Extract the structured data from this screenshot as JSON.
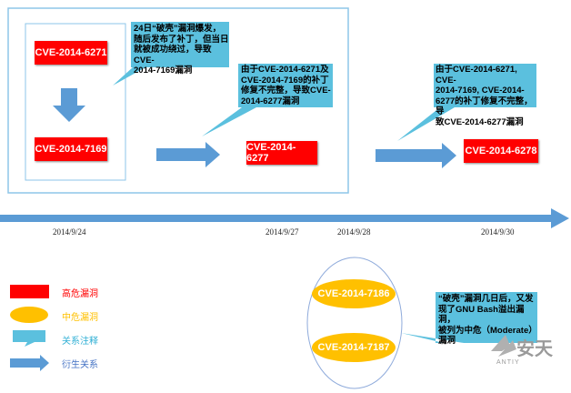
{
  "cves": {
    "c6271": "CVE-2014-6271",
    "c7169": "CVE-2014-7169",
    "c6277": "CVE-2014-6277",
    "c6278": "CVE-2014-6278",
    "c7186": "CVE-2014-7186",
    "c7187": "CVE-2014-7187"
  },
  "notes": {
    "n1": "24日“破壳”漏洞爆发，\n随后发布了补丁，但当日\n就被成功绕过，导致CVE-\n2014-7169漏洞",
    "n2": "由于CVE-2014-6271及\nCVE-2014-7169的补丁\n修复不完整，导致CVE-\n2014-6277漏洞",
    "n3": "由于CVE-2014-6271, CVE-\n2014-7169, CVE-2014-\n6277的补丁修复不完整，导\n致CVE-2014-6277漏洞",
    "n4": "“破壳”漏洞几日后，又发\n现了GNU Bash溢出漏洞，\n被列为中危（Moderate）\n漏洞"
  },
  "timeline": {
    "dates": [
      "2014/9/24",
      "2014/9/27",
      "2014/9/28",
      "2014/9/30"
    ]
  },
  "legend": {
    "high": "高危漏洞",
    "medium": "中危漏洞",
    "note": "关系注释",
    "derive": "衍生关系"
  },
  "brand": {
    "name": "安天",
    "sub": "ANTIY"
  },
  "colors": {
    "high": "#ff0000",
    "medium": "#ffc000",
    "note": "#5bc0de",
    "arrow": "#5b9bd5",
    "legend_medium_text": "#ffc000",
    "legend_note_text": "#31b0d5",
    "legend_derive_text": "#4472c4"
  }
}
